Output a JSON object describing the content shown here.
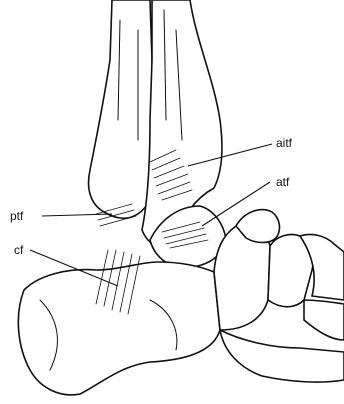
{
  "labels": {
    "aitf": "aitf",
    "atf": "atf",
    "ptf": "ptf",
    "cf": "cf"
  }
}
